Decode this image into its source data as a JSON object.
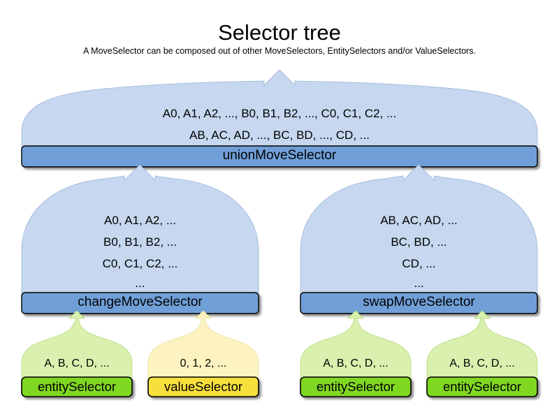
{
  "header": {
    "title": "Selector tree",
    "subtitle": "A MoveSelector can be composed out of other MoveSelectors, EntitySelectors and/or ValueSelectors."
  },
  "colors": {
    "move_body": "#c6d7ef",
    "move_bar": "#6f9fd8",
    "entity_body": "#d9f0ae",
    "entity_bar": "#80d720",
    "value_body": "#fdf3c0",
    "value_bar": "#f7e03c",
    "outline": "#000000",
    "background": "#ffffff"
  },
  "nodes": {
    "union": {
      "label": "unionMoveSelector",
      "kind": "move-selector",
      "lines": [
        "A0, A1, A2, ..., B0, B1, B2, ..., C0, C1, C2, ...",
        "AB, AC, AD, ..., BC, BD, ..., CD, ..."
      ]
    },
    "change": {
      "label": "changeMoveSelector",
      "kind": "move-selector",
      "lines": [
        "A0, A1, A2, ...",
        "B0, B1, B2, ...",
        "C0, C1, C2, ...",
        "..."
      ]
    },
    "swap": {
      "label": "swapMoveSelector",
      "kind": "move-selector",
      "lines": [
        "AB, AC, AD, ...",
        "BC, BD, ...",
        "CD, ...",
        "..."
      ]
    },
    "change_entity": {
      "label": "entitySelector",
      "kind": "entity-selector",
      "lines": [
        "A, B, C, D, ..."
      ]
    },
    "change_value": {
      "label": "valueSelector",
      "kind": "value-selector",
      "lines": [
        "0, 1, 2, ..."
      ]
    },
    "swap_entity_left": {
      "label": "entitySelector",
      "kind": "entity-selector",
      "lines": [
        "A, B, C, D, ..."
      ]
    },
    "swap_entity_right": {
      "label": "entitySelector",
      "kind": "entity-selector",
      "lines": [
        "A, B, C, D, ..."
      ]
    }
  }
}
